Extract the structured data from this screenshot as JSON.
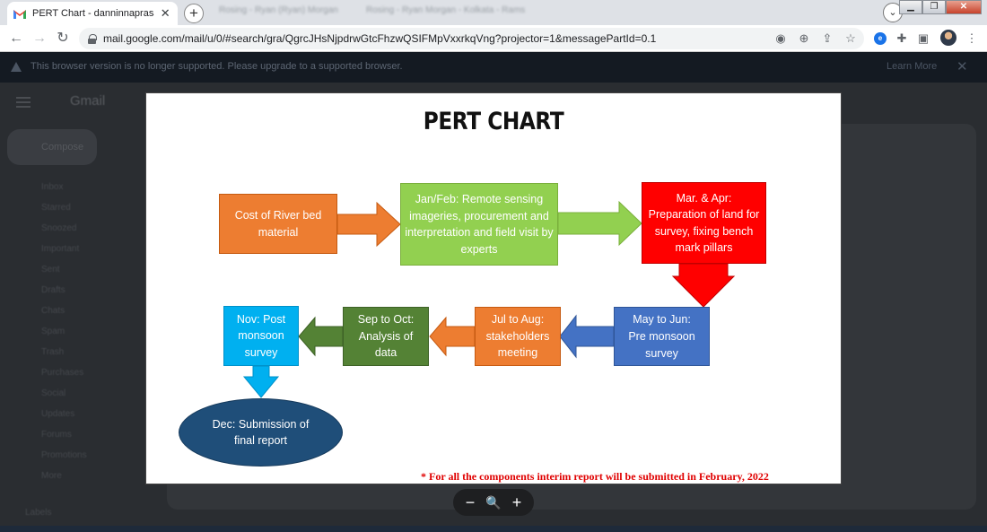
{
  "browser": {
    "active_tab_title": "PERT Chart - danninnaprasad@g",
    "tab_close": "✕",
    "new_tab": "+",
    "bg_tabs": [
      "Rosing - Ryan (Ryan) Morgan",
      "Rosing - Ryan Morgan - Kolkata - Rams"
    ],
    "url": "mail.google.com/mail/u/0/#search/gra/QgrcJHsNjpdrwGtcFhzwQSIFMpVxxrkqVng?projector=1&messagePartId=0.1",
    "window_buttons": {
      "minimize": "▁",
      "maximize": "❐",
      "close": "✕"
    }
  },
  "infobar": {
    "text": "This browser version is no longer supported. Please upgrade to a supported browser.",
    "learn_more": "Learn More",
    "close": "✕"
  },
  "gmail": {
    "logo": "Gmail",
    "compose": "Compose",
    "sidebar": [
      "Inbox",
      "Starred",
      "Snoozed",
      "Important",
      "Sent",
      "Drafts",
      "Chats",
      "Spam",
      "Trash",
      "Purchases",
      "Social",
      "Updates",
      "Forums",
      "Promotions",
      "More"
    ],
    "labels_header": "Labels"
  },
  "slide": {
    "title": "PERT CHART",
    "boxes": {
      "cost": "Cost of River bed material",
      "janfeb": "Jan/Feb: Remote sensing imageries, procurement and interpretation and field visit by experts",
      "marapr_line1": "Mar. & Apr:",
      "marapr_line2": "Preparation of land for survey, fixing bench mark pillars",
      "mayjun_line1": "May to Jun:",
      "mayjun_line2": "Pre monsoon survey",
      "julaug": "Jul to Aug: stakeholders meeting",
      "sepoct": "Sep to Oct: Analysis of data",
      "nov": "Nov: Post monsoon survey",
      "dec": "Dec: Submission of final report"
    },
    "note": "* For all the components interim report will be submitted in February, 2022"
  },
  "zoom": {
    "minus": "−",
    "reset": "🔍",
    "plus": "+"
  },
  "colors": {
    "orange": "#ed7d31",
    "light_green": "#92d050",
    "red": "#ff0000",
    "blue": "#4472c4",
    "dark_green": "#548235",
    "cyan": "#00b0f0",
    "navy": "#1f4e79"
  }
}
